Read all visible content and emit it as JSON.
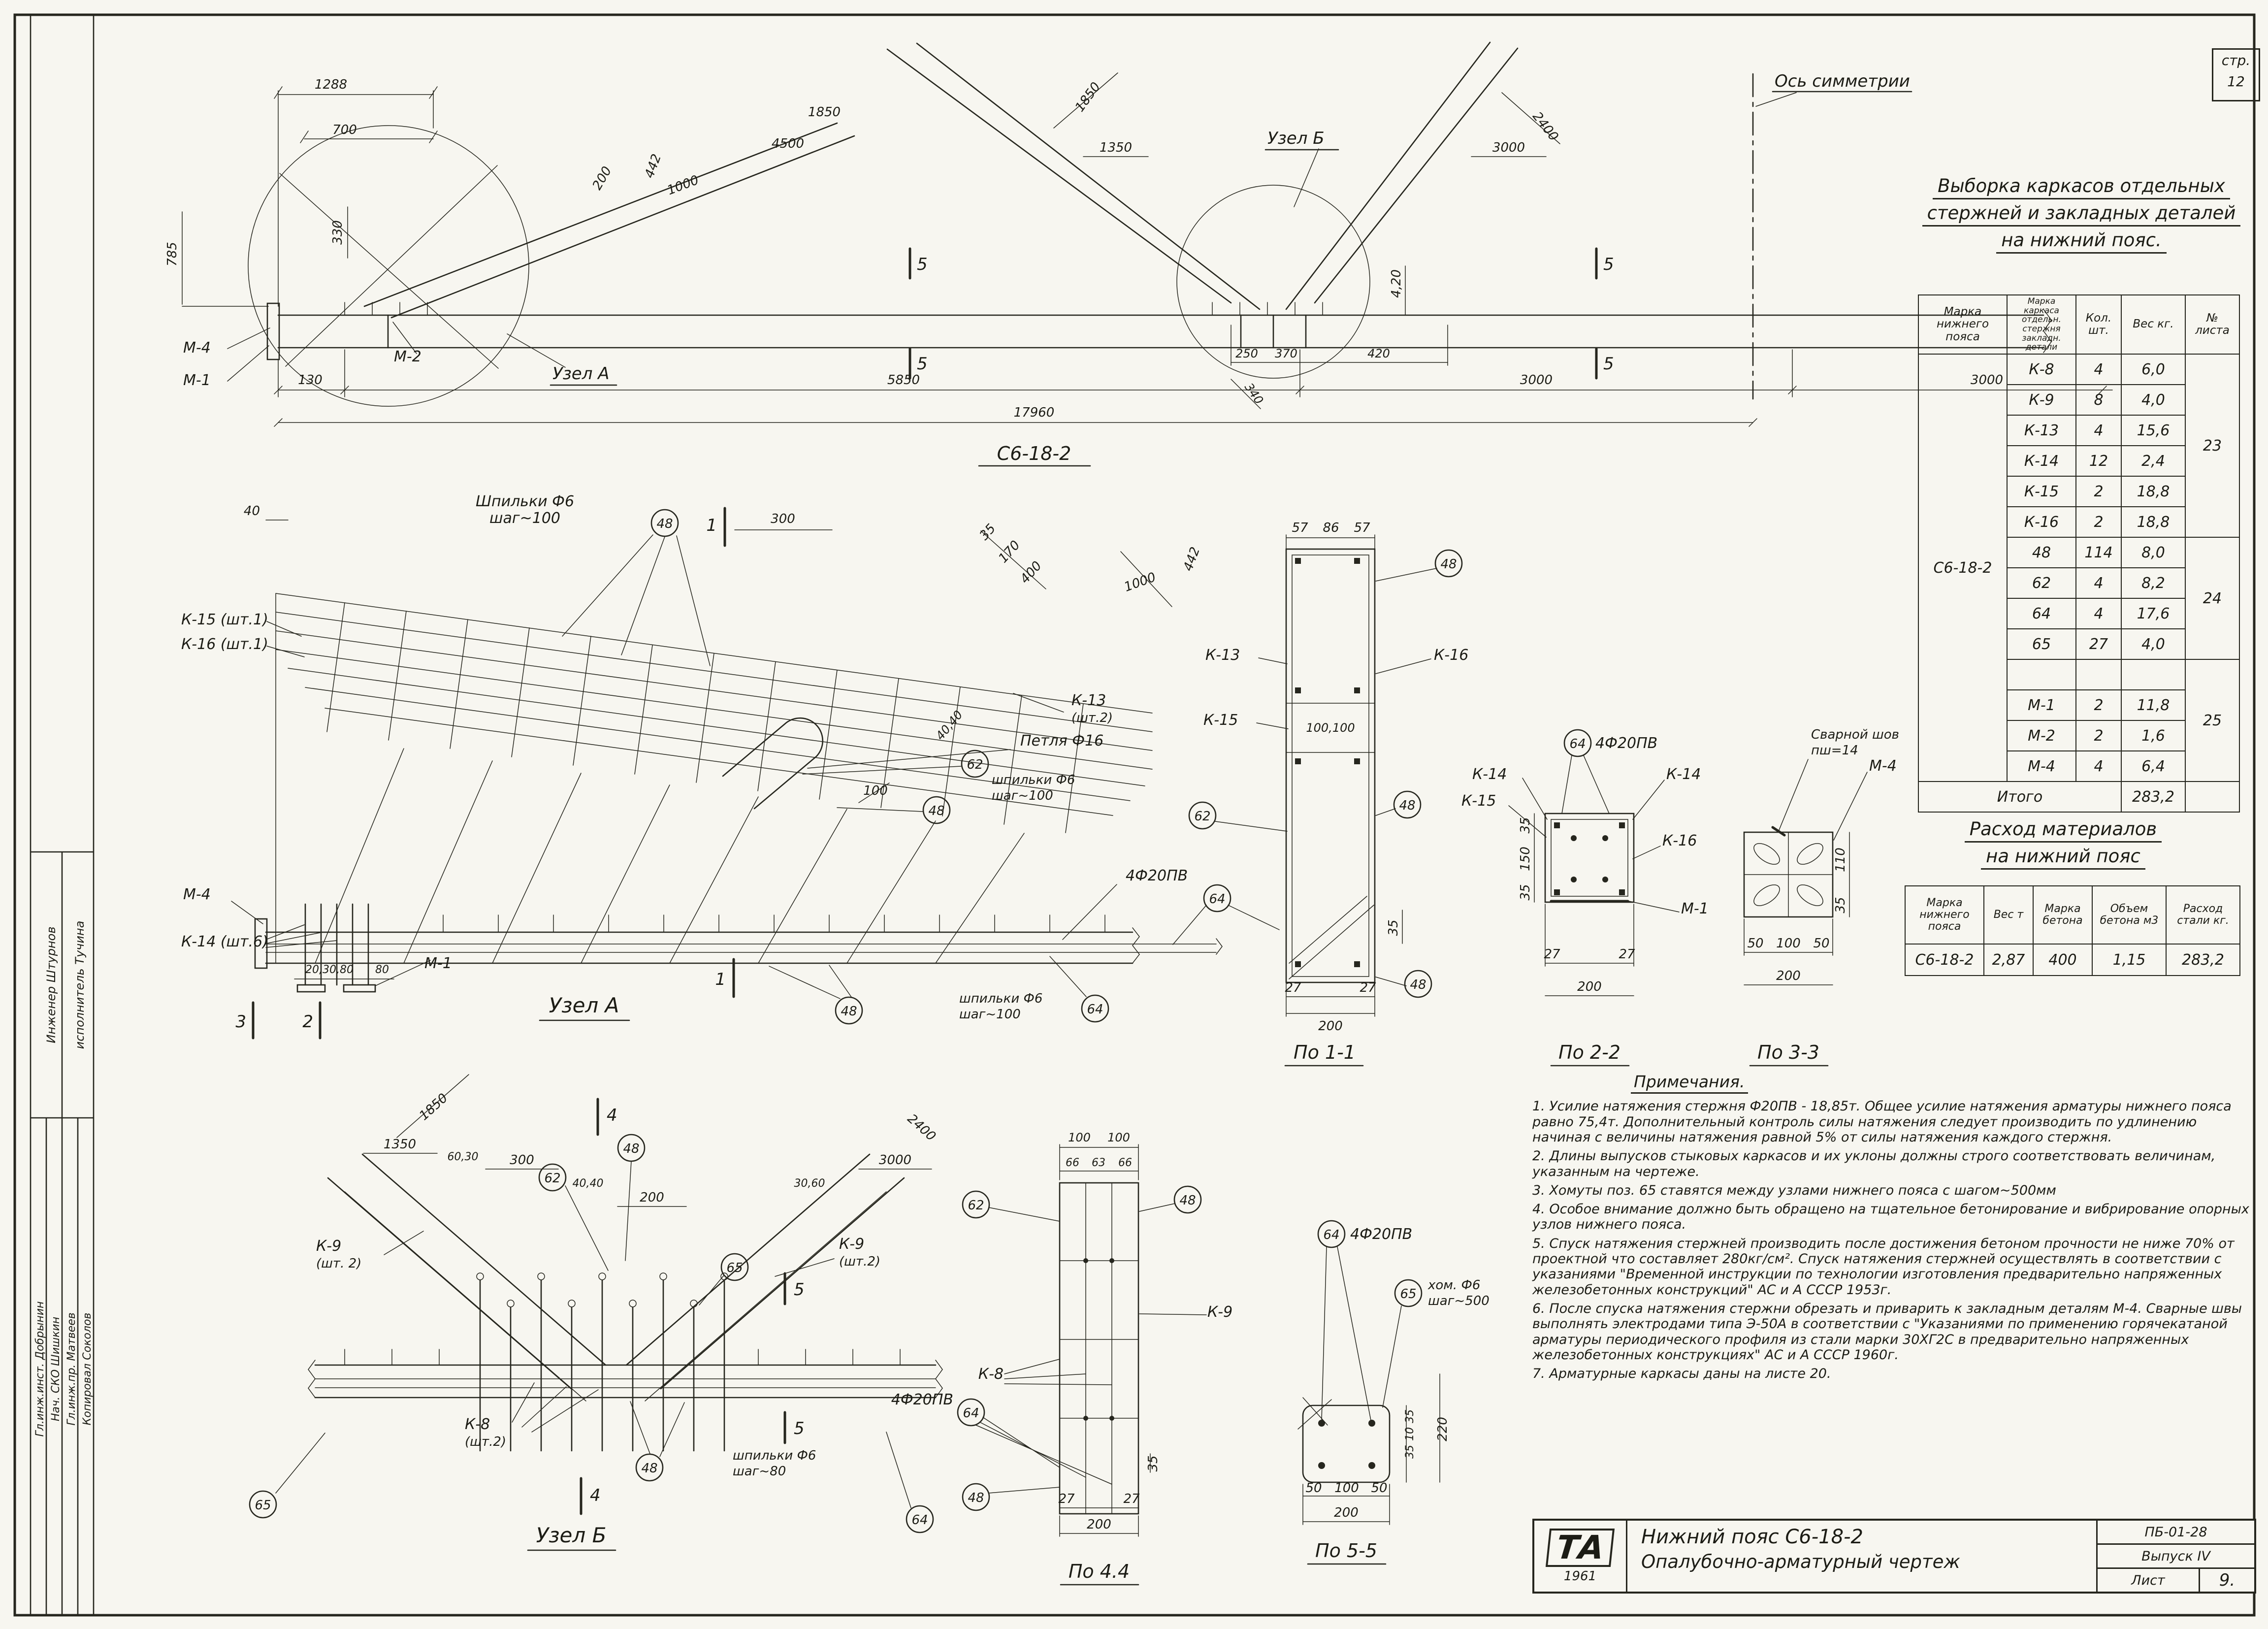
{
  "page": {
    "corner_label": "стр.",
    "corner_value": "12"
  },
  "sidebar": {
    "sig_engineer": "Инженер Штурнов",
    "sig_drafter": "исполнитель Тучина",
    "sig_b1": "Гл.инж.инст. Добрынин",
    "sig_b2": "Нач. СКО Шишкин",
    "sig_b3": "Гл.инж.пр. Матвеев",
    "sig_b4": "Копировал Соколов"
  },
  "callouts": {
    "c48": "48",
    "c62": "62",
    "c64": "64",
    "c65": "65"
  },
  "elevation": {
    "axis": "Ось симметрии",
    "node_a": "Узел А",
    "node_b": "Узел Б",
    "mark": "С6-18-2",
    "m1": "М-1",
    "m2": "М-2",
    "m4": "М-4",
    "sec5": "5",
    "dims": {
      "w1288": "1288",
      "w700": "700",
      "w4500": "4500",
      "h1850a": "1850",
      "w442": "442",
      "w1000": "1000",
      "w200": "200",
      "h330": "330",
      "h785": "785",
      "w130": "130",
      "w5850": "5850",
      "w17960": "17960",
      "w1350": "1350",
      "h1850b": "1850",
      "w2400": "2400",
      "w3000a": "3000",
      "w250": "250",
      "w370": "370",
      "w420": "420",
      "w340": "340",
      "w3000b": "3000",
      "w3000c": "3000",
      "h420": "4,20"
    }
  },
  "node_a": {
    "title": "Узел А",
    "studs_cap1": "Шпильки Ф6",
    "studs_cap2": "шаг~100",
    "studs1": "шпильки Ф6",
    "studs2": "шаг~100",
    "k15": "К-15 (шт.1)",
    "k16": "К-16 (шт.1)",
    "k13a": "К-13",
    "k13b": "(шт.2)",
    "loop": "Петля Ф16",
    "bars": "4Ф20ПВ",
    "m4": "М-4",
    "m1": "М-1",
    "k14": "К-14 (шт.6)",
    "s1": "1",
    "s2": "2",
    "s3": "3",
    "dims": {
      "d40": "40",
      "d300": "300",
      "d35": "35",
      "d170": "170",
      "d400": "400",
      "d442": "442",
      "d1000": "1000",
      "d4040": "40,40",
      "d100": "100",
      "d203080": "20,30,80",
      "d80": "80"
    }
  },
  "node_b": {
    "title": "Узел Б",
    "k9l1": "К-9",
    "k9l2": "(шт. 2)",
    "k9r1": "К-9",
    "k9r2": "(шт.2)",
    "k8a": "К-8",
    "k8b": "(шт.2)",
    "studs1": "шпильки Ф6",
    "studs2": "шаг~80",
    "s4": "4",
    "s5": "5",
    "dims": {
      "d1850": "1850",
      "d1350": "1350",
      "d6030": "60,30",
      "d300": "300",
      "d4040": "40,40",
      "d200": "200",
      "d3060": "30,60",
      "d2400": "2400",
      "d3000": "3000"
    }
  },
  "sections": {
    "s11": {
      "title": "По 1-1",
      "k13": "К-13",
      "k16": "К-16",
      "k15": "К-15",
      "dims": {
        "a": "57",
        "b": "86",
        "c": "57",
        "mid": "100,100",
        "l": "27",
        "r": "27",
        "w": "200",
        "h35": "35"
      }
    },
    "s22": {
      "title": "По 2-2",
      "bars": "4Ф20ПВ",
      "k14l": "К-14",
      "k14r": "К-14",
      "k15": "К-15",
      "k16": "К-16",
      "m1": "М-1",
      "dims": {
        "t": "35",
        "m": "150",
        "b": "35",
        "l": "27",
        "r": "27",
        "w": "200"
      }
    },
    "s33": {
      "title": "По 3-3",
      "weld1": "Сварной шов",
      "weld2": "пш=14",
      "m4": "М-4",
      "dims": {
        "h110": "110",
        "h35": "35",
        "a": "50",
        "b": "100",
        "c": "50",
        "w": "200"
      }
    },
    "s44": {
      "title": "По 4.4",
      "k9": "К-9",
      "k8": "К-8",
      "bars": "4Ф20ПВ",
      "dims": {
        "t1": "100",
        "t2": "100",
        "a": "66",
        "b": "63",
        "c": "66",
        "l": "27",
        "r": "27",
        "h35": "35",
        "w": "200"
      }
    },
    "s55": {
      "title": "По 5-5",
      "bars": "4Ф20ПВ",
      "hoop1": "хом. Ф6",
      "hoop2": "шаг~500",
      "dims": {
        "a": "35",
        "b": "10",
        "c": "35",
        "h": "220",
        "ba": "50",
        "bb": "100",
        "bc": "50",
        "w": "200"
      }
    }
  },
  "selection_table": {
    "title1": "Выборка каркасов отдельных",
    "title2": "стержней и закладных деталей",
    "title3": "на нижний пояс.",
    "col_mark": "Марка нижнего пояса",
    "col_item": "Марка каркаса отдельн. стержня закладн. детали",
    "col_qty": "Кол. шт.",
    "col_weight": "Вес кг.",
    "col_sheet": "№ листа",
    "group": "С6-18-2",
    "rows": [
      [
        "К-8",
        "4",
        "6,0"
      ],
      [
        "К-9",
        "8",
        "4,0"
      ],
      [
        "К-13",
        "4",
        "15,6"
      ],
      [
        "К-14",
        "12",
        "2,4"
      ],
      [
        "К-15",
        "2",
        "18,8"
      ],
      [
        "К-16",
        "2",
        "18,8"
      ],
      [
        "48",
        "114",
        "8,0"
      ],
      [
        "62",
        "4",
        "8,2"
      ],
      [
        "64",
        "4",
        "17,6"
      ],
      [
        "65",
        "27",
        "4,0"
      ],
      [
        "",
        "",
        ""
      ],
      [
        "М-1",
        "2",
        "11,8"
      ],
      [
        "М-2",
        "2",
        "1,6"
      ],
      [
        "М-4",
        "4",
        "6,4"
      ]
    ],
    "sheet1": "23",
    "sheet2": "24",
    "sheet3": "25",
    "total_label": "Итого",
    "total": "283,2"
  },
  "materials_table": {
    "title1": "Расход материалов",
    "title2": "на нижний пояс",
    "col_mark": "Марка нижнего пояса",
    "col_weight": "Вес т",
    "col_concrete_mark": "Марка бетона",
    "col_concrete_vol": "Объем бетона м3",
    "col_steel": "Расход стали кг.",
    "row": [
      "С6-18-2",
      "2,87",
      "400",
      "1,15",
      "283,2"
    ]
  },
  "notes": {
    "heading": "Примечания.",
    "items": [
      "1. Усилие натяжения стержня Ф20ПВ - 18,85т. Общее усилие натяжения арматуры нижнего пояса равно 75,4т. Дополнительный контроль силы натяжения следует производить по удлинению начиная с величины натяжения равной 5% от силы натяжения каждого стержня.",
      "2. Длины выпусков стыковых каркасов и их уклоны должны строго соответствовать величинам, указанным на чертеже.",
      "3. Хомуты поз. 65 ставятся между узлами нижнего пояса с шагом~500мм",
      "4. Особое внимание должно быть обращено на тщательное бетонирование и вибрирование опорных узлов нижнего пояса.",
      "5. Спуск натяжения стержней производить после достижения бетоном прочности не ниже 70% от проектной что составляет 280кг/см². Спуск натяжения стержней осуществлять в соответствии с указаниями \"Временной инструкции по технологии изготовления предварительно напряженных железобетонных конструкций\" АС и А СССР 1953г.",
      "6. После спуска натяжения стержни обрезать и приварить к закладным деталям М-4. Сварные швы выполнять электродами типа Э-50А в соответствии с \"Указаниями по применению горячекатаной арматуры периодического профиля из стали марки 30ХГ2С в предварительно напряженных железобетонных конструкциях\" АС и А СССР 1960г.",
      "7. Арматурные каркасы даны на листе 20."
    ]
  },
  "title_block": {
    "logo": "ТА",
    "year": "1961",
    "title1": "Нижний пояс С6-18-2",
    "title2": "Опалубочно-арматурный чертеж",
    "doc": "ПБ-01-28",
    "issue": "Выпуск IV",
    "sheet_label": "Лист",
    "sheet": "9."
  }
}
